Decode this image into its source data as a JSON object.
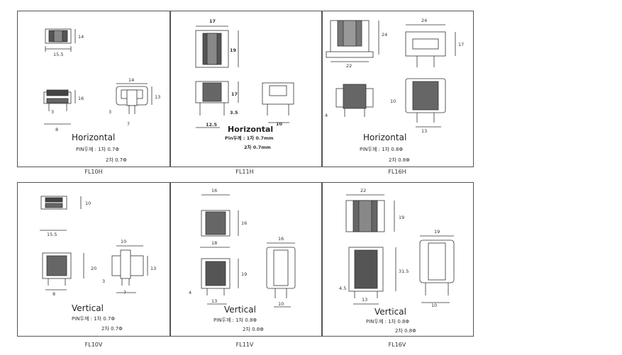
{
  "panels": [
    {
      "id": "FL10H",
      "label": "FL10H",
      "title": "Horizontal",
      "pin1": "PIN두께 : 1차 0.7Φ",
      "pin2": "2차 0.7Φ",
      "dims": {
        "a": "14",
        "b": "15.5",
        "c": "14",
        "d": "16",
        "e": "13",
        "f": "3",
        "g": "3",
        "h": "8",
        "i": "7"
      }
    },
    {
      "id": "FL11H",
      "label": "FL11H",
      "title": "Horizontal",
      "pin1": "Pin두께 : 1차 0.7mm",
      "pin2": "2차 0.7mm",
      "dims": {
        "a": "17",
        "b": "19",
        "c": "17",
        "d": "3.5",
        "e": "12.5",
        "f": "10"
      }
    },
    {
      "id": "FL16H",
      "label": "FL16H",
      "title": "Horizontal",
      "pin1": "PIN두께 : 1차 0.8Φ",
      "pin2": "2차 0.8Φ",
      "dims": {
        "a": "24",
        "b": "22",
        "c": "24",
        "d": "17",
        "e": "10",
        "f": "4",
        "g": "13"
      }
    },
    {
      "id": "FL10V",
      "label": "FL10V",
      "title": "Vertical",
      "pin1": "PIN두께 : 1차 0.7Φ",
      "pin2": "2차 0.7Φ",
      "dims": {
        "a": "10",
        "b": "15.5",
        "c": "10",
        "d": "20",
        "e": "13",
        "f": "3",
        "g": "8",
        "h": "7"
      }
    },
    {
      "id": "FL11V",
      "label": "FL11V",
      "title": "Vertical",
      "pin1": "PIN두께 : 1차 0.8Φ",
      "pin2": "2차 0.8Φ",
      "dims": {
        "a": "16",
        "b": "16",
        "c": "18",
        "d": "16",
        "e": "19",
        "f": "4",
        "g": "13",
        "h": "10"
      }
    },
    {
      "id": "FL16V",
      "label": "FL16V",
      "title": "Vertical",
      "pin1": "PIN두께 : 1차 0.8Φ",
      "pin2": "2차 0.8Φ",
      "dims": {
        "a": "22",
        "b": "19",
        "c": "19",
        "d": "31.5",
        "e": "4.5",
        "f": "13",
        "g": "10"
      }
    }
  ]
}
